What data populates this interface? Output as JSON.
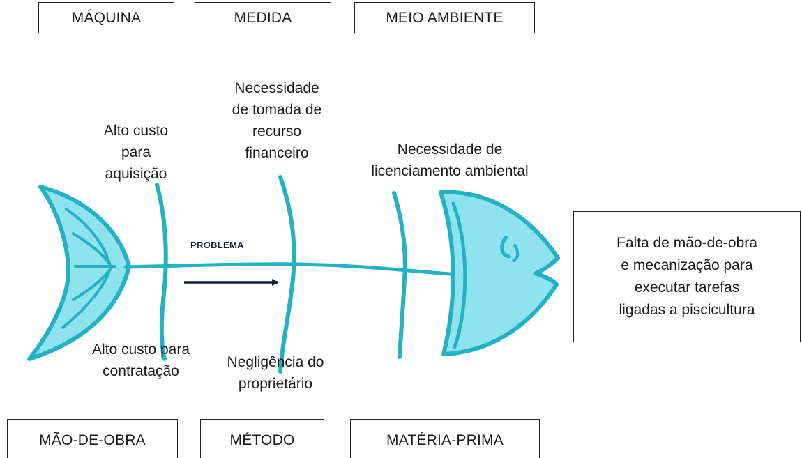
{
  "categories": {
    "maquina": "MÁQUINA",
    "medida": "MEDIDA",
    "meio_ambiente": "MEIO AMBIENTE",
    "mao_de_obra": "MÃO-DE-OBRA",
    "metodo": "MÉTODO",
    "materia_prima": "MATÉRIA-PRIMA"
  },
  "causes": {
    "maquina": "Alto custo\npara\naquisição",
    "medida": "Necessidade\nde tomada de\nrecurso\nfinanceiro",
    "meio_ambiente": "Necessidade de\nlicenciamento ambiental",
    "mao_de_obra": "Alto custo para\ncontratação",
    "metodo": "Negligência do\nproprietário"
  },
  "problem_label": "PROBLEMA",
  "problem_text": "Falta de mão-de-obra\ne mecanização para\nexecutar tarefas\nligadas a piscicultura",
  "colors": {
    "fish_fill": "#8fe3ee",
    "fish_stroke": "#22b2c2",
    "arrow": "#14213d"
  }
}
